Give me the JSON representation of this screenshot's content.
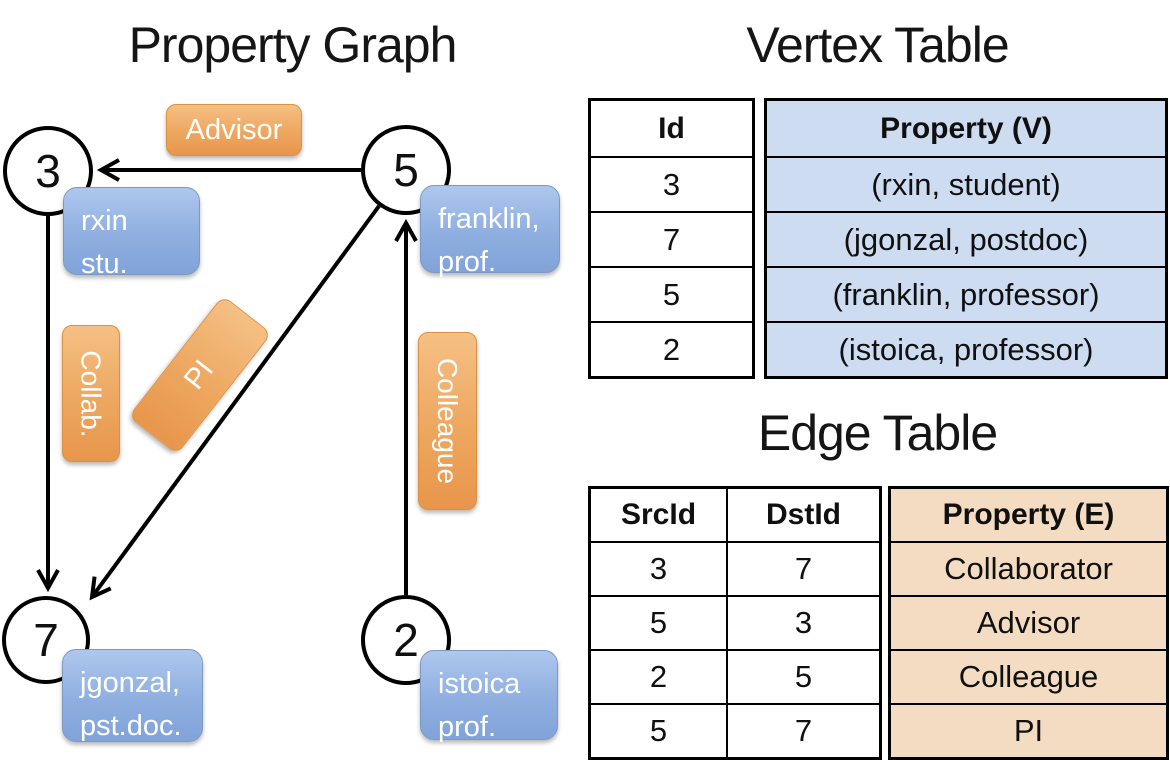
{
  "slide": {
    "graph_title": "Property Graph",
    "vertex_table_title": "Vertex Table",
    "edge_table_title": "Edge Table"
  },
  "graph": {
    "nodes": [
      {
        "id": "3",
        "prop_line1": "rxin",
        "prop_line2": "stu."
      },
      {
        "id": "5",
        "prop_line1": "franklin,",
        "prop_line2": "prof."
      },
      {
        "id": "7",
        "prop_line1": "jgonzal,",
        "prop_line2": "pst.doc."
      },
      {
        "id": "2",
        "prop_line1": "istoica",
        "prop_line2": "prof."
      }
    ],
    "edge_labels": {
      "advisor": "Advisor",
      "collab": "Collab.",
      "pi": "PI",
      "colleague": "Colleague"
    }
  },
  "vertex_table": {
    "columns": [
      "Id",
      "Property (V)"
    ],
    "rows": [
      [
        "3",
        "(rxin, student)"
      ],
      [
        "7",
        "(jgonzal, postdoc)"
      ],
      [
        "5",
        "(franklin, professor)"
      ],
      [
        "2",
        "(istoica, professor)"
      ]
    ]
  },
  "edge_table": {
    "columns": [
      "SrcId",
      "DstId",
      "Property (E)"
    ],
    "rows": [
      [
        "3",
        "7",
        "Collaborator"
      ],
      [
        "5",
        "3",
        "Advisor"
      ],
      [
        "2",
        "5",
        "Colleague"
      ],
      [
        "5",
        "7",
        "PI"
      ]
    ]
  },
  "colors": {
    "orange_fill_top": "#f5c085",
    "orange_fill_mid": "#eda75f",
    "orange_fill_bottom": "#e8964b",
    "orange_border": "#dd9040",
    "blue_fill_top": "#aec7ed",
    "blue_fill_mid": "#8fafe0",
    "blue_fill_bottom": "#81a3d8",
    "blue_border": "#7e98c4",
    "vertex_cell_bg": "#cedcf2",
    "edge_cell_bg": "#f4dcc2",
    "line_color": "#000000"
  }
}
